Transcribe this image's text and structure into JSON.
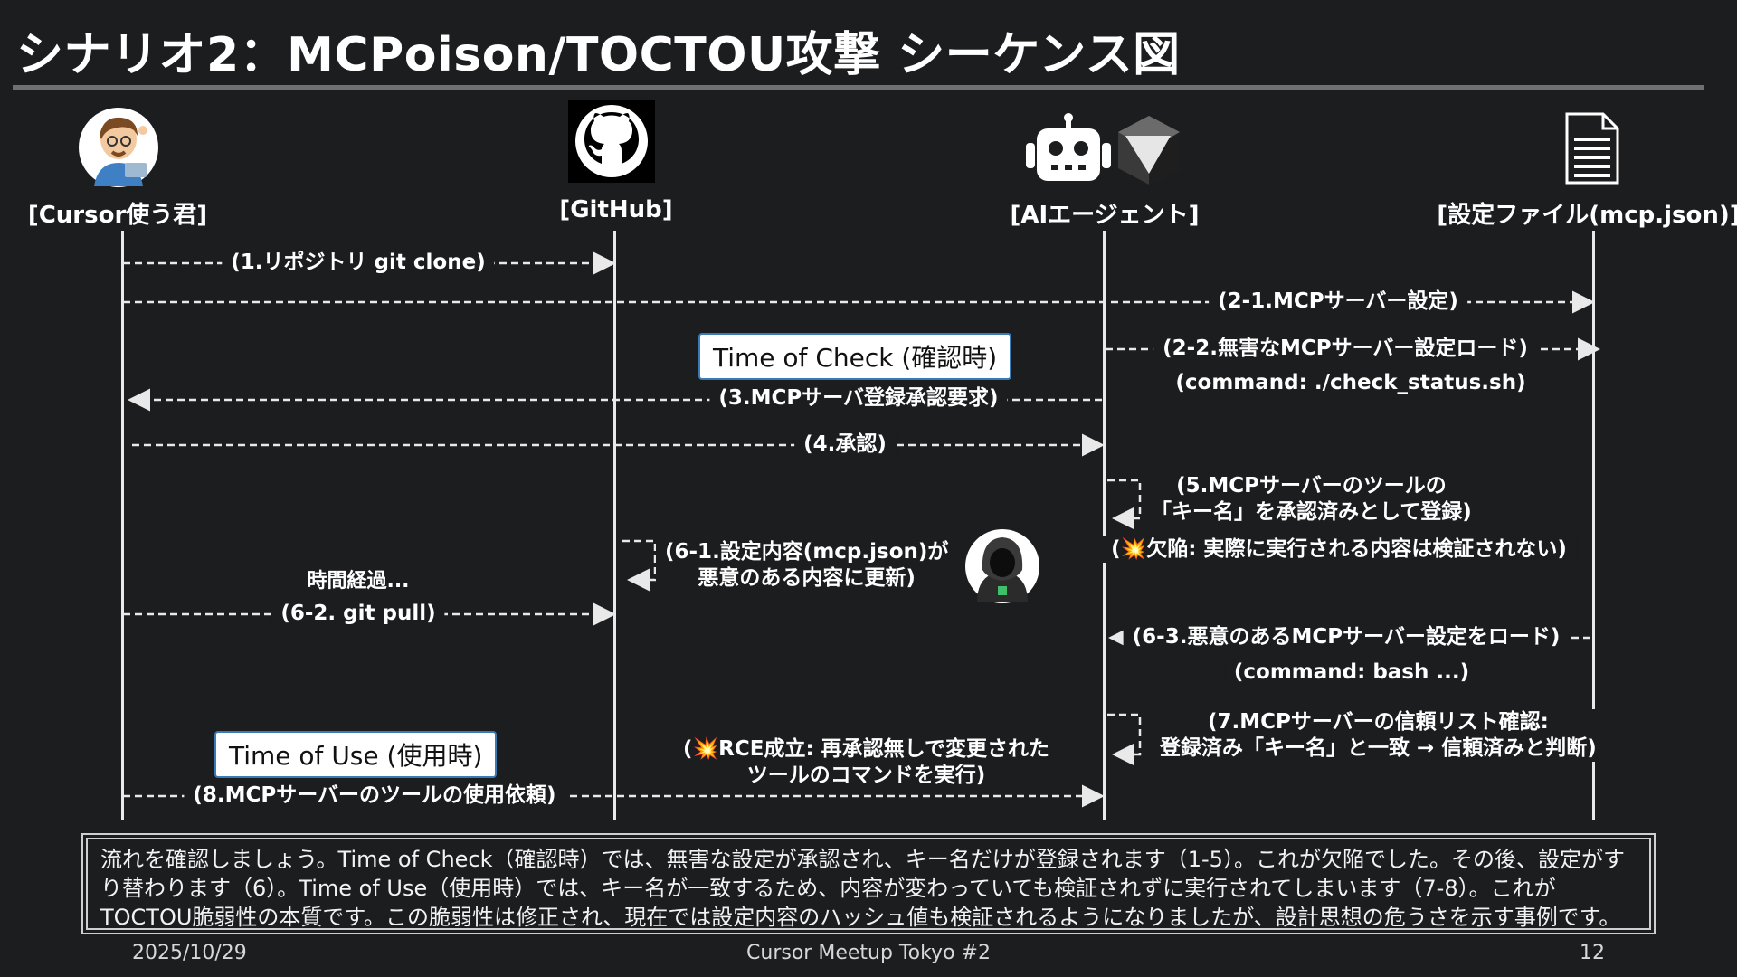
{
  "title": "シナリオ2：MCPoison/TOCTOU攻撃 シーケンス図",
  "actors": {
    "user": "[Cursor使う君]",
    "github": "[GitHub]",
    "agent": "[AIエージェント]",
    "config": "[設定ファイル(mcp.json)]"
  },
  "tags": {
    "time_of_check": "Time of Check (確認時)",
    "time_of_use": "Time of Use (使用時)"
  },
  "messages": {
    "m1": "(1.リポジトリ git clone)",
    "m2_1": "(2-1.MCPサーバー設定)",
    "m2_2": "(2-2.無害なMCPサーバー設定ロード)",
    "m2_2_cmd": "(command: ./check_status.sh)",
    "m3": "(3.MCPサーバ登録承認要求)",
    "m4": "(4.承認)",
    "m5_line1": "(5.MCPサーバーのツールの",
    "m5_line2": "「キー名」を承認済みとして登録)",
    "m5_flaw": "(💥欠陥: 実際に実行される内容は検証されない)",
    "m6_1_line1": "(6-1.設定内容(mcp.json)が",
    "m6_1_line2": "悪意のある内容に更新)",
    "time_passes": "時間経過...",
    "m6_2": "(6-2. git pull)",
    "m6_3": "(6-3.悪意のあるMCPサーバー設定をロード)",
    "m6_3_cmd": "(command: bash ...)",
    "m7_line1": "(7.MCPサーバーの信頼リスト確認:",
    "m7_line2": "登録済み「キー名」と一致 → 信頼済みと判断)",
    "rce_line1": "(💥RCE成立: 再承認無しで変更された",
    "rce_line2": "ツールのコマンドを実行)",
    "m8": "(8.MCPサーバーのツールの使用依頼)"
  },
  "note": "流れを確認しましょう。Time of Check（確認時）では、無害な設定が承認され、キー名だけが登録されます（1-5）。これが欠陥でした。その後、設定がすり替わります（6）。Time of Use（使用時）では、キー名が一致するため、内容が変わっていても検証されずに実行されてしまいます（7-8）。これがTOCTOU脆弱性の本質です。この脆弱性は修正され、現在では設定内容のハッシュ値も検証されるようになりましたが、設計思想の危うさを示す事例です。",
  "footer": {
    "date": "2025/10/29",
    "event": "Cursor Meetup Tokyo #2",
    "page": "12"
  },
  "icons": [
    "developer-avatar-icon",
    "github-icon",
    "robot-icon",
    "cursor-logo-icon",
    "document-icon",
    "hacker-avatar-icon"
  ],
  "colors": {
    "background": "#1c1d1f",
    "lines": "#e9e9e9",
    "tag_border": "#3b7ab6"
  }
}
